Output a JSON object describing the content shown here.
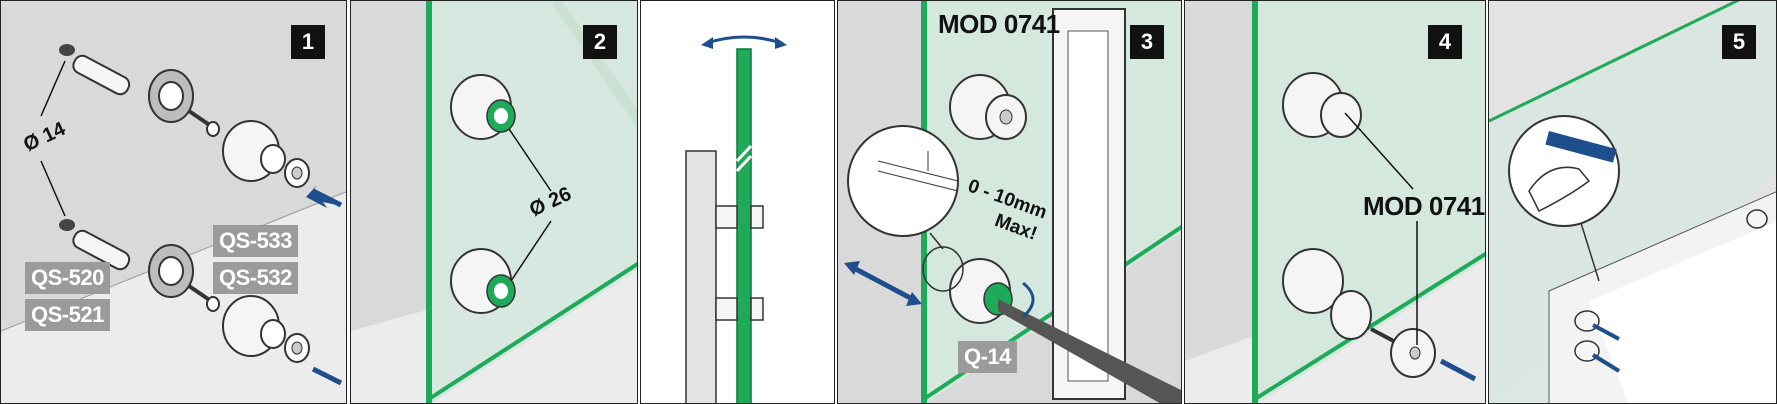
{
  "steps": [
    "1",
    "2",
    "3",
    "4",
    "5"
  ],
  "panel1": {
    "diameter": "Ø 14",
    "codes": [
      "QS-533",
      "QS-520",
      "QS-532",
      "QS-521"
    ]
  },
  "panel2": {
    "diameter": "Ø 26"
  },
  "panel3": {
    "model": "MOD 0741",
    "gap_range": "0 - 10mm",
    "gap_max": "Max!",
    "tool_code": "Q-14"
  },
  "panel4": {
    "model": "MOD 0741"
  },
  "colors": {
    "glass": "#d5e8de",
    "glass_edge": "#1faa5a",
    "wall": "#d9d9d9",
    "arrow": "#1f4e8c"
  }
}
